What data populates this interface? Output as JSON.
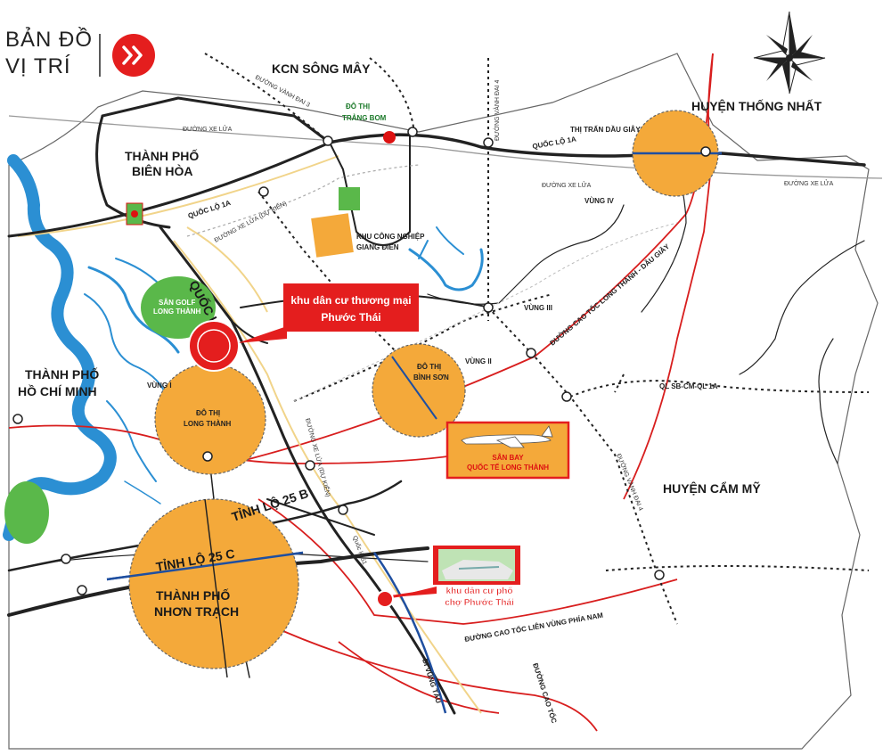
{
  "title": {
    "line1": "BẢN ĐỒ",
    "line2": "VỊ TRÍ"
  },
  "colors": {
    "river": "#2b8fd3",
    "zone": "#f4a93a",
    "road_dark": "#222222",
    "highway_red": "#d81e1e",
    "green": "#5ab84a",
    "callout": "#e41e1e"
  },
  "places": {
    "kcn_song_may": "KCN SÔNG MÂY",
    "huyen_thong_nhat": "HUYỆN THỐNG NHẤT",
    "thanh_pho_bien_hoa_1": "THÀNH PHỐ",
    "thanh_pho_bien_hoa_2": "BIÊN HÒA",
    "do_thi_trang_bom_1": "ĐÔ THỊ",
    "do_thi_trang_bom_2": "TRẢNG BOM",
    "thi_tran_dau_giay": "THỊ TRẤN DẦU GIÂY",
    "kcn_giang_dien_1": "KHU CÔNG NGHIỆP",
    "kcn_giang_dien_2": "GIANG ĐIỀN",
    "vung_iv": "VÙNG IV",
    "vung_iii": "VÙNG III",
    "vung_ii": "VÙNG II",
    "vung_i": "VÙNG I",
    "san_golf_1": "SÂN GOLF",
    "san_golf_2": "LONG THÀNH",
    "tphcm_1": "THÀNH PHỐ",
    "tphcm_2": "HỒ CHÍ MINH",
    "do_thi_binh_son_1": "ĐÔ THỊ",
    "do_thi_binh_son_2": "BÌNH SƠN",
    "do_thi_long_thanh_1": "ĐÔ THỊ",
    "do_thi_long_thanh_2": "LONG THÀNH",
    "huyen_cam_my": "HUYỆN CẨM MỸ",
    "nhon_trach_1": "THÀNH PHỐ",
    "nhon_trach_2": "NHƠN TRẠCH",
    "airport_1": "SÂN BAY",
    "airport_2": "QUỐC TẾ LONG THÀNH"
  },
  "roads": {
    "vanh_dai_3": "ĐƯỜNG VÀNH ĐAI 3",
    "vanh_dai_4_top": "ĐƯỜNG VÀNH ĐAI 4",
    "vanh_dai_4_right": "ĐƯỜNG VÀNH ĐAI 4",
    "quoc_lo_1a_left": "QUỐC LỘ 1A",
    "quoc_lo_1a_right": "QUỐC LỘ 1A",
    "duong_xe_lua_tl": "ĐƯỜNG XE LỬA",
    "duong_xe_lua_mid": "ĐƯỜNG XE LỬA",
    "duong_xe_lua_right": "ĐƯỜNG XE LỬA",
    "xe_lua_du_kien_top": "ĐƯỜNG XE LỬA (DỰ KIẾN)",
    "xe_lua_du_kien_mid": "ĐƯỜNG XE LỬA (DỰ KIẾN)",
    "quoc_lo_51": "QUỐC LỘ 51",
    "quoc_lo_51_small": "Quốc lộ 51",
    "cao_toc_lt_dg": "ĐƯỜNG CAO TỐC LONG THÀNH - DẦU GIÂY",
    "ql_sb": "QL SB-CM-QL 1A",
    "tinh_lo_25b": "TỈNH LỘ 25 B",
    "tinh_lo_25c": "TỈNH LỘ 25 C",
    "cao_toc_lien_vung": "ĐƯỜNG CAO TỐC LIÊN VÙNG PHÍA NAM",
    "di_vung_tau": "ĐI VŨNG TÀU",
    "duong_cao_toc": "ĐƯỜNG CAO TỐC"
  },
  "callouts": {
    "phuoc_thai_tm_1": "khu dân cư thương mại",
    "phuoc_thai_tm_2": "Phước Thái",
    "pho_cho_1": "khu dân cư phố",
    "pho_cho_2": "chợ Phước Thái"
  },
  "icons": {
    "title_arrow": "double-chevron-right-icon",
    "compass": "compass-rose-icon",
    "plane": "airplane-icon"
  }
}
